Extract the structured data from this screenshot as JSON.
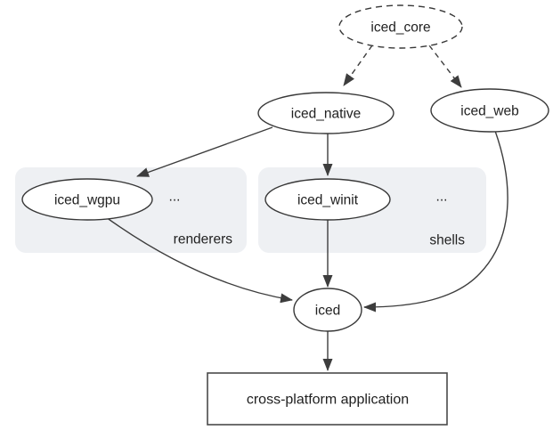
{
  "diagram": {
    "nodes": {
      "iced_core": "iced_core",
      "iced_native": "iced_native",
      "iced_web": "iced_web",
      "iced_wgpu": "iced_wgpu",
      "iced_winit": "iced_winit",
      "iced": "iced",
      "app": "cross-platform application"
    },
    "groups": {
      "renderers": {
        "label": "renderers",
        "more": "..."
      },
      "shells": {
        "label": "shells",
        "more": "..."
      }
    },
    "edges": [
      {
        "from": "iced_core",
        "to": "iced_native",
        "style": "dashed"
      },
      {
        "from": "iced_core",
        "to": "iced_web",
        "style": "dashed"
      },
      {
        "from": "iced_native",
        "to": "iced_wgpu",
        "style": "solid"
      },
      {
        "from": "iced_native",
        "to": "iced_winit",
        "style": "solid"
      },
      {
        "from": "iced_wgpu",
        "to": "iced",
        "style": "solid"
      },
      {
        "from": "iced_winit",
        "to": "iced",
        "style": "solid"
      },
      {
        "from": "iced_web",
        "to": "iced",
        "style": "solid"
      },
      {
        "from": "iced",
        "to": "cross-platform application",
        "style": "solid"
      }
    ],
    "colors": {
      "group_label_blue": "#1a73e8",
      "group_box_fill": "#eef0f3",
      "node_stroke": "#373737",
      "edge_stroke": "#3d3d3d",
      "text": "#212121",
      "background": "#ffffff"
    }
  }
}
